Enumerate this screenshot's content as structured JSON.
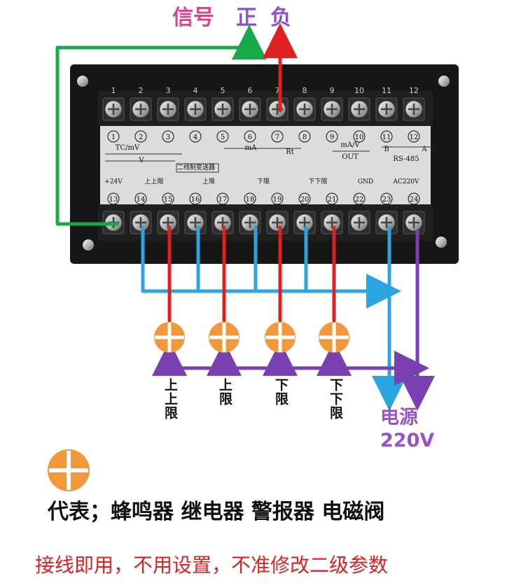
{
  "top_labels": {
    "signal": "信号",
    "positive": "正",
    "negative": "负"
  },
  "terminal_numbers_top": [
    "1",
    "2",
    "3",
    "4",
    "5",
    "6",
    "7",
    "8",
    "9",
    "10",
    "11",
    "12"
  ],
  "panel": {
    "circled_top": [
      "1",
      "2",
      "3",
      "4",
      "5",
      "6",
      "7",
      "8",
      "9",
      "10",
      "11",
      "12"
    ],
    "circled_bottom": [
      "13",
      "14",
      "15",
      "16",
      "17",
      "18",
      "19",
      "20",
      "21",
      "22",
      "23",
      "24"
    ],
    "tc_mv": "TC/mV",
    "v_mark": "V",
    "ma_mark": "mA",
    "rt": "Rt",
    "ma_v": "mA/V",
    "out": "OUT",
    "b": "B",
    "a": "A",
    "rs485": "RS-485",
    "two_wire": "二线制变送器",
    "plus24v": "+24V",
    "upper_upper": "上上限",
    "upper": "上限",
    "lower": "下限",
    "lower_lower": "下下限",
    "gnd": "GND",
    "ac220v": "AC220V"
  },
  "device_labels": [
    "上上限",
    "上限",
    "下限",
    "下下限"
  ],
  "power": {
    "line1": "电源",
    "line2": "220V"
  },
  "legend": {
    "text": "代表；蜂鸣器 继电器 警报器 电磁阀"
  },
  "footer": "接线即用，不用设置，不准修改二级参数",
  "colors": {
    "green": "#19a84a",
    "red": "#e02020",
    "blue": "#2aa5e0",
    "purple": "#7a3fb0",
    "orange": "#f2973a",
    "signal_pink": "#e0408c",
    "positive_purple": "#8a4fd0",
    "negative_purple": "#8a4fd0",
    "power_purple": "#9a52c9"
  }
}
